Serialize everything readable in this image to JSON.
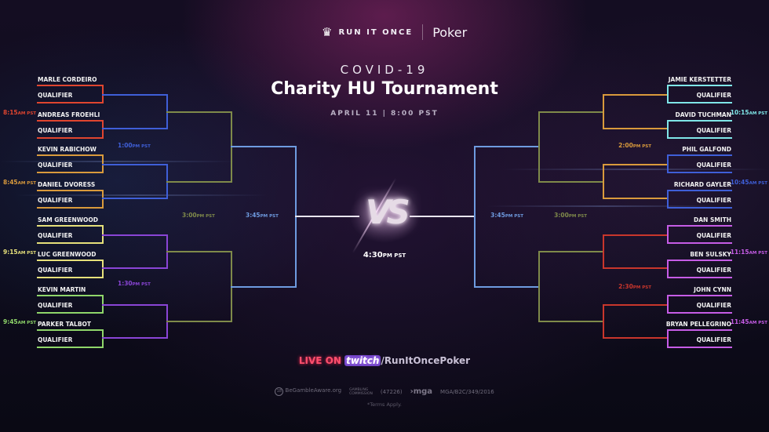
{
  "header": {
    "brand": "RUN IT ONCE",
    "product": "Poker",
    "subtitle": "COVID-19",
    "title": "Charity HU Tournament",
    "date": "APRIL 11 | 8:00 PST"
  },
  "colors": {
    "red": "#e0452f",
    "orange": "#d99a3c",
    "yellow": "#e6e07a",
    "green": "#8fd66a",
    "blue": "#3f5fd8",
    "purple": "#8a45d6",
    "olive": "#7f8a4a",
    "lightblue": "#6e9be0",
    "cyan": "#7fe6e8",
    "violet": "#c65ce6",
    "redright": "#c9362c"
  },
  "left": {
    "players": [
      {
        "name": "MARLE CORDEIRO",
        "seed": "QUALIFIER"
      },
      {
        "name": "ANDREAS FROEHLI",
        "seed": "QUALIFIER"
      },
      {
        "name": "KEVIN RABICHOW",
        "seed": "QUALIFIER"
      },
      {
        "name": "DANIEL DVORESS",
        "seed": "QUALIFIER"
      },
      {
        "name": "SAM GREENWOOD",
        "seed": "QUALIFIER"
      },
      {
        "name": "LUC GREENWOOD",
        "seed": "QUALIFIER"
      },
      {
        "name": "KEVIN MARTIN",
        "seed": "QUALIFIER"
      },
      {
        "name": "PARKER TALBOT",
        "seed": "QUALIFIER"
      }
    ],
    "r1_times": [
      {
        "time": "8:15",
        "ampm": "AM PST"
      },
      {
        "time": "8:45",
        "ampm": "AM PST"
      },
      {
        "time": "9:15",
        "ampm": "AM PST"
      },
      {
        "time": "9:45",
        "ampm": "AM PST"
      }
    ],
    "r2_times": [
      {
        "time": "1:00",
        "ampm": "PM PST"
      },
      {
        "time": "1:30",
        "ampm": "PM PST"
      }
    ],
    "r3_time": {
      "time": "3:00",
      "ampm": "PM PST"
    },
    "semi_time": {
      "time": "3:45",
      "ampm": "PM PST"
    }
  },
  "right": {
    "players": [
      {
        "name": "JAMIE KERSTETTER",
        "seed": "QUALIFIER"
      },
      {
        "name": "DAVID TUCHMAN",
        "seed": "QUALIFIER"
      },
      {
        "name": "PHIL GALFOND",
        "seed": "QUALIFIER"
      },
      {
        "name": "RICHARD GAYLER",
        "seed": "QUALIFIER"
      },
      {
        "name": "DAN SMITH",
        "seed": "QUALIFIER"
      },
      {
        "name": "BEN SULSKY",
        "seed": "QUALIFIER"
      },
      {
        "name": "JOHN CYNN",
        "seed": "QUALIFIER"
      },
      {
        "name": "BRYAN PELLEGRINO",
        "seed": "QUALIFIER"
      }
    ],
    "r1_times": [
      {
        "time": "10:15",
        "ampm": "AM PST"
      },
      {
        "time": "10:45",
        "ampm": "AM PST"
      },
      {
        "time": "11:15",
        "ampm": "AM PST"
      },
      {
        "time": "11:45",
        "ampm": "AM PST"
      }
    ],
    "r2_times": [
      {
        "time": "2:00",
        "ampm": "PM PST"
      },
      {
        "time": "2:30",
        "ampm": "PM PST"
      }
    ],
    "r3_time": {
      "time": "3:00",
      "ampm": "PM PST"
    },
    "semi_time": {
      "time": "3:45",
      "ampm": "PM PST"
    }
  },
  "final": {
    "vs": "VS",
    "time": "4:30",
    "ampm": "PM PST"
  },
  "footer": {
    "live_on": "LIVE ON",
    "twitch": "twitch",
    "handle": "/RunItOncePoker",
    "gamble_aware": "BeGambleAware.org",
    "gambling_commission_line1": "GAMBLING",
    "gambling_commission_line2": "COMMISSION",
    "gc_number": "(47226)",
    "mga": "mga",
    "mga_license": "MGA/B2C/349/2016",
    "terms": "*Terms Apply."
  }
}
